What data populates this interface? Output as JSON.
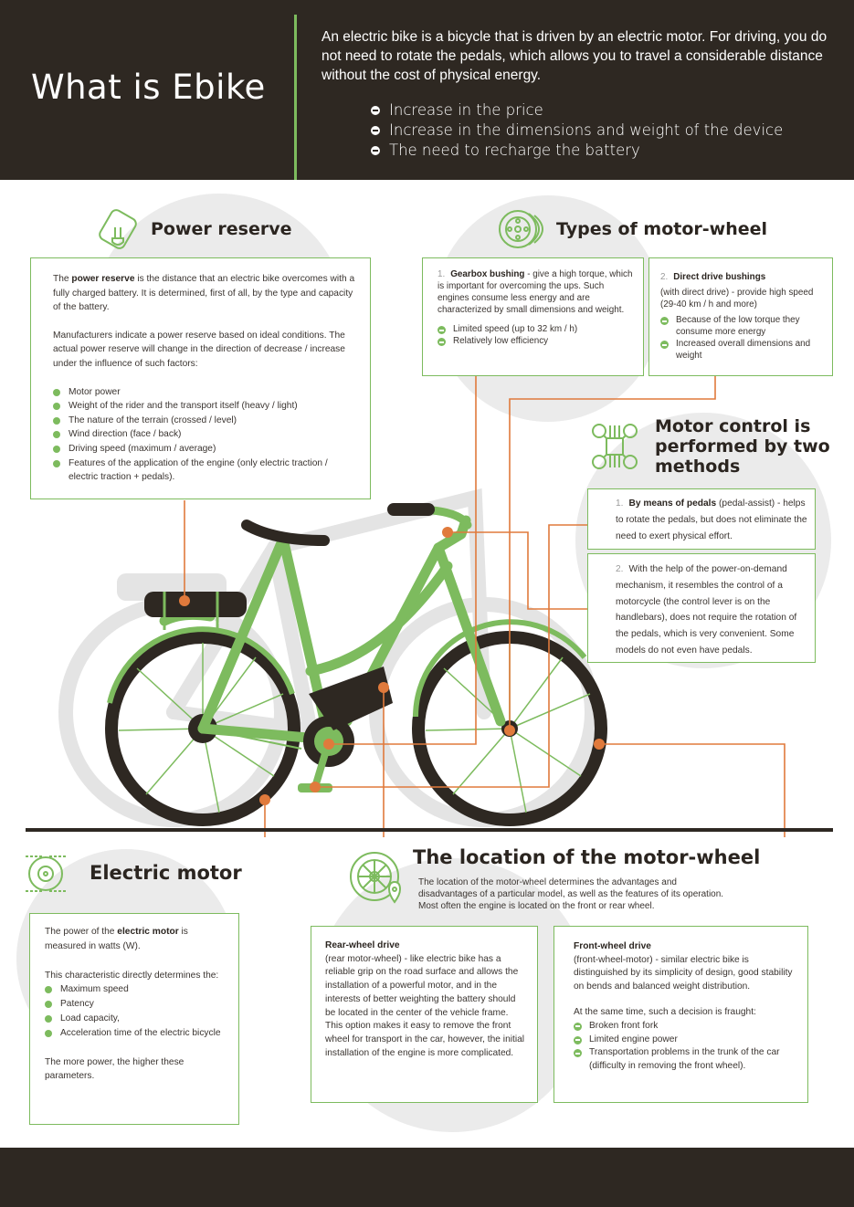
{
  "header": {
    "title": "What is Ebike",
    "intro": "An electric bike is a bicycle that is driven by an electric motor. For driving, you do not need to rotate the pedals, which allows you to travel a considerable distance without the cost of physical energy.",
    "drawbacks": [
      "Increase in the price",
      "Increase in the dimensions and weight of the device",
      "The need to recharge the battery"
    ]
  },
  "power_reserve": {
    "title": "Power reserve",
    "p1_pre": "The ",
    "p1_bold": "power reserve",
    "p1_post": " is the distance that an electric bike overcomes with a fully charged battery. It is determined, first of all, by the type and capacity of the battery.",
    "p2": "Manufacturers indicate a power reserve based on ideal conditions. The actual power reserve will change in the direction of decrease / increase under the influence of such factors:",
    "factors": [
      "Motor power",
      "Weight of the rider and the transport itself (heavy / light)",
      "The nature of the terrain (crossed / level)",
      "Wind direction (face / back)",
      "Driving speed (maximum / average)",
      "Features of the application of the engine (only electric traction / electric traction + pedals)."
    ]
  },
  "motor_wheel_types": {
    "title": "Types of motor-wheel",
    "gearbox": {
      "num": "1.",
      "name": "Gearbox bushing",
      "desc": " - give a high torque, which is important for overcoming the ups. Such engines consume less energy and are characterized by small dimensions and weight.",
      "cons": [
        "Limited speed (up to 32 km / h)",
        "Relatively low efficiency"
      ]
    },
    "direct": {
      "num": "2.",
      "name": "Direct drive bushings",
      "desc": "(with direct drive) - provide high speed (29-40 km / h and more)",
      "cons": [
        "Because of the low torque they consume more energy",
        "Increased overall dimensions and weight"
      ]
    }
  },
  "motor_control": {
    "title_line1": "Motor control is",
    "title_line2": "performed by two",
    "title_line3": "methods",
    "m1_num": "1.",
    "m1_bold": "By means of pedals",
    "m1_text": " (pedal-assist) - helps to rotate the pedals, but does not eliminate the need to exert physical effort.",
    "m2_num": "2.",
    "m2_text": "With the help of the power-on-demand mechanism, it resembles the control of a motorcycle (the control lever is on the handlebars), does not require the rotation of the pedals, which is very convenient. Some models do not even have pedals."
  },
  "electric_motor": {
    "title": "Electric motor",
    "p1_pre": "The power of the ",
    "p1_bold": "electric motor",
    "p1_post": " is measured in watts (W).",
    "p2": "This characteristic directly determines the:",
    "items": [
      "Maximum speed",
      "Patency",
      "Load capacity,",
      "Acceleration time of the electric bicycle"
    ],
    "p3": "The more power, the higher these parameters."
  },
  "location": {
    "title": "The location of the motor-wheel",
    "intro": "The location of the motor-wheel determines the advantages and disadvantages of a particular model, as well as the features of its operation. Most often the engine is located on the front or rear wheel.",
    "rear_title": "Rear-wheel drive",
    "rear_text": "(rear motor-wheel) - like electric bike has a reliable grip on the road surface and allows the installation of a powerful motor, and in the interests of better weighting the battery should be located in the center of the vehicle frame.",
    "rear_text2": "This option makes it easy to remove the front wheel for transport in the car, however, the initial installation of the engine is more complicated.",
    "front_title": "Front-wheel drive",
    "front_text": "(front-wheel-motor) - similar electric bike is distinguished by its simplicity of design, good stability on bends and balanced weight distribution.",
    "front_text2": "At the same time, such a decision is fraught:",
    "front_cons": [
      "Broken front fork",
      "Limited engine power",
      "Transportation problems in the trunk of the car (difficulty in removing the front wheel)."
    ]
  },
  "colors": {
    "dark": "#2e2822",
    "green": "#7dbb5e",
    "orange": "#e07a3c",
    "light_gray": "#ebebeb"
  },
  "icons": [
    "battery-plug-icon",
    "motor-wheel-icon",
    "circuit-control-icon",
    "motor-gear-icon",
    "wheel-location-icon"
  ]
}
